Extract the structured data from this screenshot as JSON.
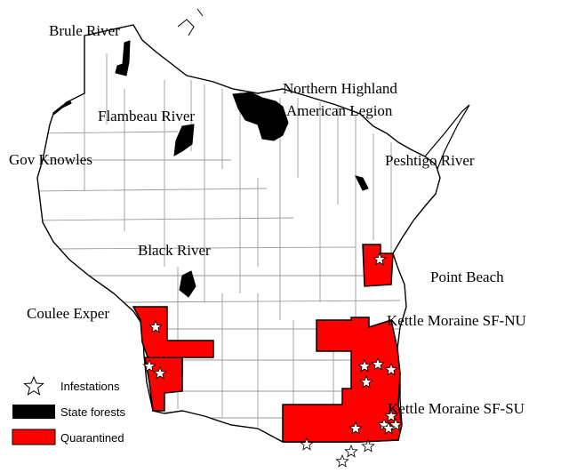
{
  "colors": {
    "state_outline": "#000000",
    "county_lines": "#9a9a9a",
    "state_forest": "#000000",
    "quarantine": "#ff0000",
    "star_fill": "#ffffff"
  },
  "labels": {
    "brule_river": "Brule River",
    "flambeau_river": "Flambeau River",
    "northern_highland_1": "Northern Highland",
    "northern_highland_2": "American Legion",
    "gov_knowles": "Gov Knowles",
    "peshtigo_river": "Peshtigo River",
    "black_river": "Black River",
    "point_beach": "Point Beach",
    "coulee_exper": "Coulee Exper",
    "kettle_nu": "Kettle Moraine SF-NU",
    "kettle_su": "Kettle Moraine SF-SU"
  },
  "legend": {
    "infestations": "Infestations",
    "state_forests": "State forests",
    "quarantined": "Quarantined",
    "infestations_icon": "star-icon"
  }
}
